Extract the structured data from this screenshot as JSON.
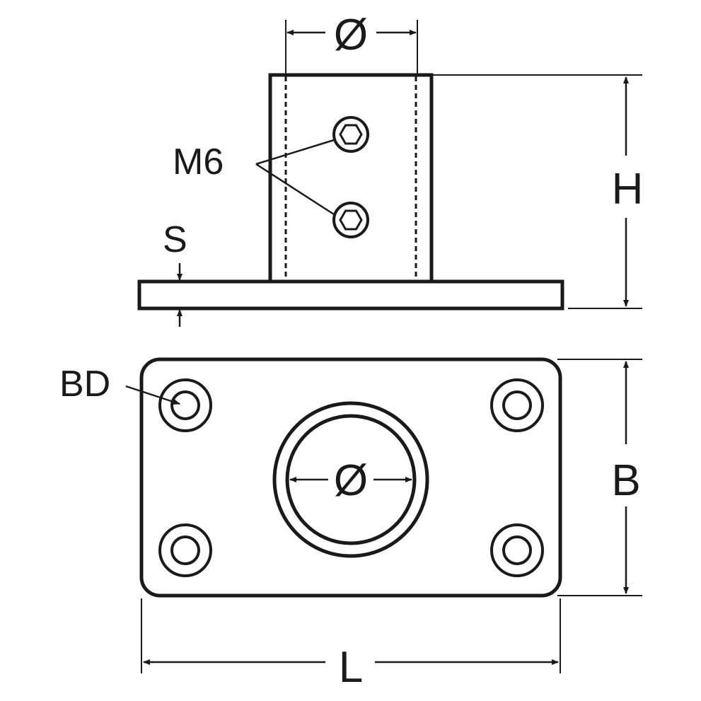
{
  "labels": {
    "diameter_side": "Ø",
    "diameter_top": "Ø",
    "screw": "M6",
    "thickness": "S",
    "height": "H",
    "bolt_hole": "BD",
    "width": "B",
    "length": "L"
  }
}
